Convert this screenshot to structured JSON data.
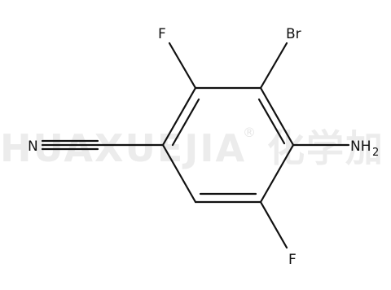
{
  "watermark": {
    "brand": "HUAXUEJIA",
    "registered_mark": "®",
    "cjk": "化学加"
  },
  "atoms": {
    "nitrile_n": "N",
    "fluorine_top": "F",
    "bromine": "Br",
    "amine_n": "NH",
    "amine_sub": "2",
    "fluorine_bottom": "F"
  },
  "colors": {
    "bond": "#111111",
    "watermark": "#ececec"
  }
}
